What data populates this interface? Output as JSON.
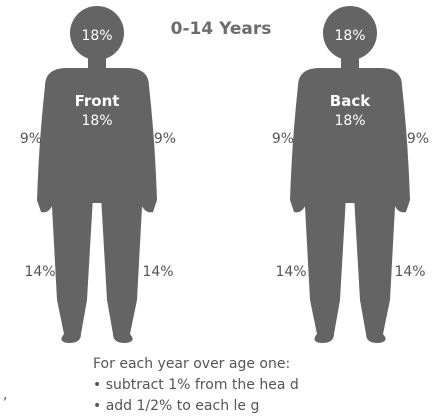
{
  "title": "0-14 Years",
  "colors": {
    "figure_fill": "#646464",
    "text": "#555555",
    "inside_text": "#ffffff"
  },
  "figures": [
    {
      "side_label": "Front",
      "head": "18%",
      "torso": "18%",
      "left_arm": "9%",
      "right_arm": "9%",
      "left_leg": "14%",
      "right_leg": "14%"
    },
    {
      "side_label": "Back",
      "head": "18%",
      "torso": "18%",
      "left_arm": "9%",
      "right_arm": "9%",
      "left_leg": "14%",
      "right_leg": "14%"
    }
  ],
  "note": {
    "intro": "For each year over age one:",
    "lines": [
      "• subtract 1% from the hea d",
      "• add 1/2% to each le g"
    ]
  },
  "stray_mark": ","
}
